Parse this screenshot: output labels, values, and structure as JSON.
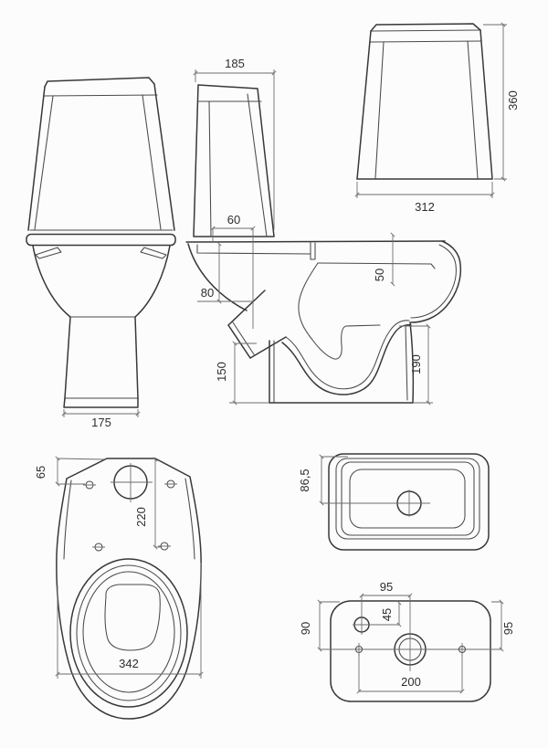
{
  "drawing": {
    "type": "technical-drawing",
    "subject": "close-coupled toilet multi-view dimensioned drawing",
    "line_color": "#383838",
    "dim_color": "#6d6d6d",
    "background": "#fcfcfc"
  },
  "dims": {
    "side_tank_depth": "185",
    "side_flush_offset": "60",
    "side_rim_drop": "80",
    "side_seat_recess": "50",
    "side_outlet_height": "150",
    "side_trap_height": "190",
    "front_base_width": "175",
    "rear_tank_width": "312",
    "rear_tank_height": "360",
    "plan_hole_offset": "65",
    "plan_bolt_spacing": "220",
    "plan_bowl_width": "342",
    "tank_plan_button_offset": "86,5",
    "back_inlet_offset": "95",
    "back_inlet_drop": "45",
    "back_left_edge_offset": "90",
    "back_right_edge_offset": "95",
    "back_hole_spacing": "200"
  }
}
